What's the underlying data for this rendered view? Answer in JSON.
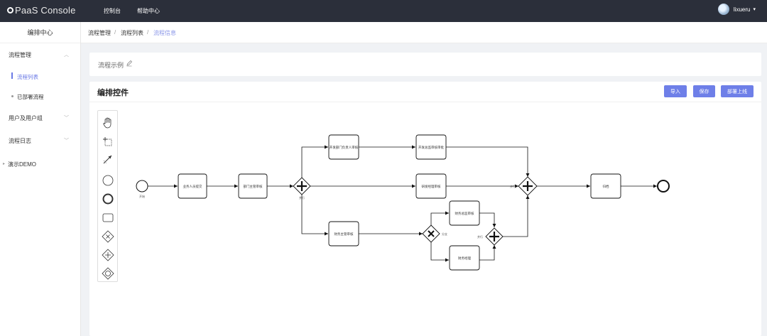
{
  "app": {
    "logo_text": "PaaS Console"
  },
  "topnav": {
    "items": [
      "控制台",
      "帮助中心"
    ]
  },
  "user": {
    "name": "lixueru"
  },
  "sidebar": {
    "header": "编排中心",
    "groups": [
      {
        "label": "流程管理",
        "expanded": true
      },
      {
        "label": "用户及用户组",
        "expanded": false
      },
      {
        "label": "流程日志",
        "expanded": false
      }
    ],
    "sub_items": [
      "流程列表",
      "已部署流程"
    ],
    "demo_label": "演示DEMO"
  },
  "breadcrumb": [
    "流程管理",
    "流程列表",
    "流程信息"
  ],
  "process": {
    "name": "流程示例"
  },
  "editor": {
    "title": "编排控件",
    "buttons": [
      "导入",
      "保存",
      "部署上线"
    ]
  },
  "palette": {
    "tools": [
      "hand-tool-icon",
      "lasso-tool-icon",
      "connect-tool-icon",
      "start-event-icon",
      "end-event-icon",
      "task-icon",
      "exclusive-gateway-icon",
      "parallel-gateway-icon",
      "inclusive-gateway-icon"
    ]
  },
  "diagram": {
    "start_label": "开始",
    "tasks": [
      {
        "id": "t1",
        "label": "业务人员提交"
      },
      {
        "id": "t2",
        "label": "部门主管审核"
      },
      {
        "id": "t3",
        "label": "开发部门负责人审核"
      },
      {
        "id": "t4",
        "label": "开发总监审核审批"
      },
      {
        "id": "t5",
        "label": "研发经理审核"
      },
      {
        "id": "t6",
        "label": "财务主管审核"
      },
      {
        "id": "t7",
        "label": "财务总监审核"
      },
      {
        "id": "t8",
        "label": "财务经理"
      },
      {
        "id": "t9",
        "label": "归档"
      }
    ],
    "gateway_labels": {
      "g1": "并行",
      "g2": "并行",
      "g3": "分支",
      "g4": "并行"
    }
  }
}
